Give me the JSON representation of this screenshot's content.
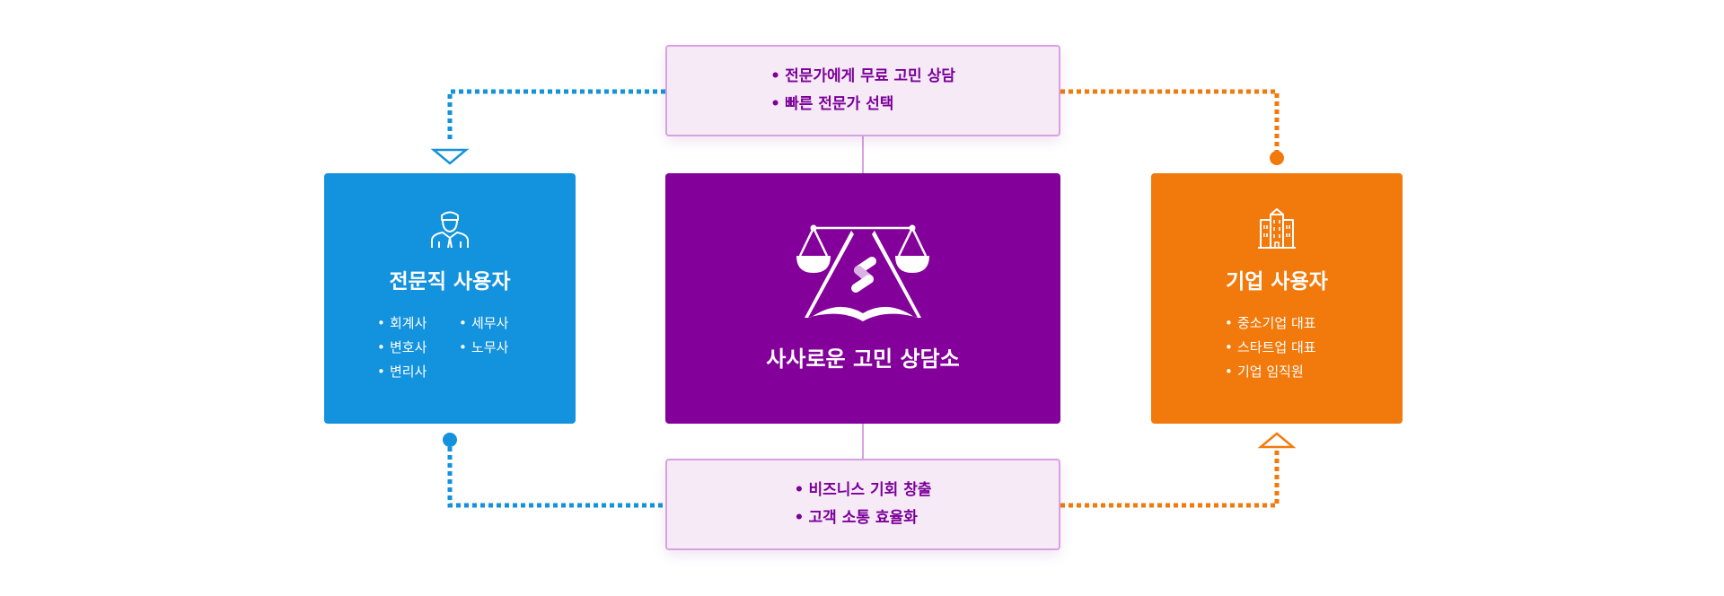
{
  "colors": {
    "professional": "#1392dd",
    "service": "#83009a",
    "business": "#f27a0c",
    "note_background": "#f7eaf7",
    "note_border": "#d6a3e0",
    "note_text": "#7a0098"
  },
  "top_note": {
    "items": [
      "전문가에게 무료 고민 상담",
      "빠른 전문가 선택"
    ]
  },
  "bottom_note": {
    "items": [
      "비즈니스 기회 창출",
      "고객 소통 효율화"
    ]
  },
  "professional_card": {
    "icon": "professional-person-icon",
    "title": "전문직 사용자",
    "column_1": [
      "회계사",
      "변호사",
      "변리사"
    ],
    "column_2": [
      "세무사",
      "노무사"
    ]
  },
  "center_card": {
    "icon": "scales-book-logo-icon",
    "title": "사사로운 고민 상담소"
  },
  "business_card": {
    "icon": "office-building-icon",
    "title": "기업 사용자",
    "items": [
      "중소기업 대표",
      "스타트업 대표",
      "기업 임직원"
    ]
  }
}
